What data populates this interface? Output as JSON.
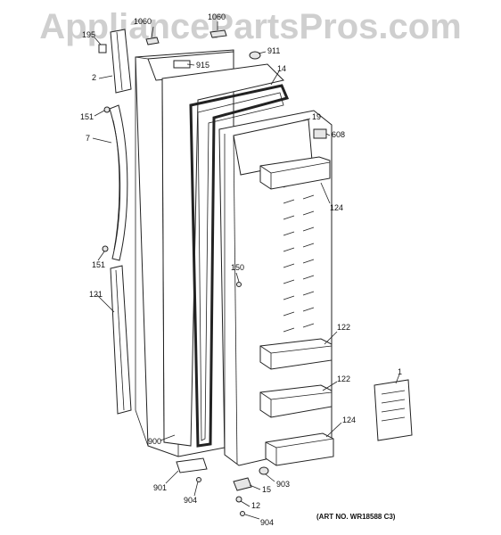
{
  "watermark": "AppliancePartsPros.com",
  "art_number": "(ART NO. WR18588 C3)",
  "callouts": [
    {
      "id": "c1060a",
      "text": "1060"
    },
    {
      "id": "c1060b",
      "text": "1060"
    },
    {
      "id": "c195",
      "text": "195"
    },
    {
      "id": "c911",
      "text": "911"
    },
    {
      "id": "c915",
      "text": "915"
    },
    {
      "id": "c14",
      "text": "14"
    },
    {
      "id": "c2",
      "text": "2"
    },
    {
      "id": "c151a",
      "text": "151"
    },
    {
      "id": "c19",
      "text": "19"
    },
    {
      "id": "c608",
      "text": "608"
    },
    {
      "id": "c7",
      "text": "7"
    },
    {
      "id": "c124a",
      "text": "124"
    },
    {
      "id": "c151b",
      "text": "151"
    },
    {
      "id": "c150",
      "text": "150"
    },
    {
      "id": "c121",
      "text": "121"
    },
    {
      "id": "c122a",
      "text": "122"
    },
    {
      "id": "c122b",
      "text": "122"
    },
    {
      "id": "c1",
      "text": "1"
    },
    {
      "id": "c124b",
      "text": "124"
    },
    {
      "id": "c900",
      "text": "900"
    },
    {
      "id": "c901",
      "text": "901"
    },
    {
      "id": "c903",
      "text": "903"
    },
    {
      "id": "c15",
      "text": "15"
    },
    {
      "id": "c904a",
      "text": "904"
    },
    {
      "id": "c12",
      "text": "12"
    },
    {
      "id": "c904b",
      "text": "904"
    }
  ]
}
